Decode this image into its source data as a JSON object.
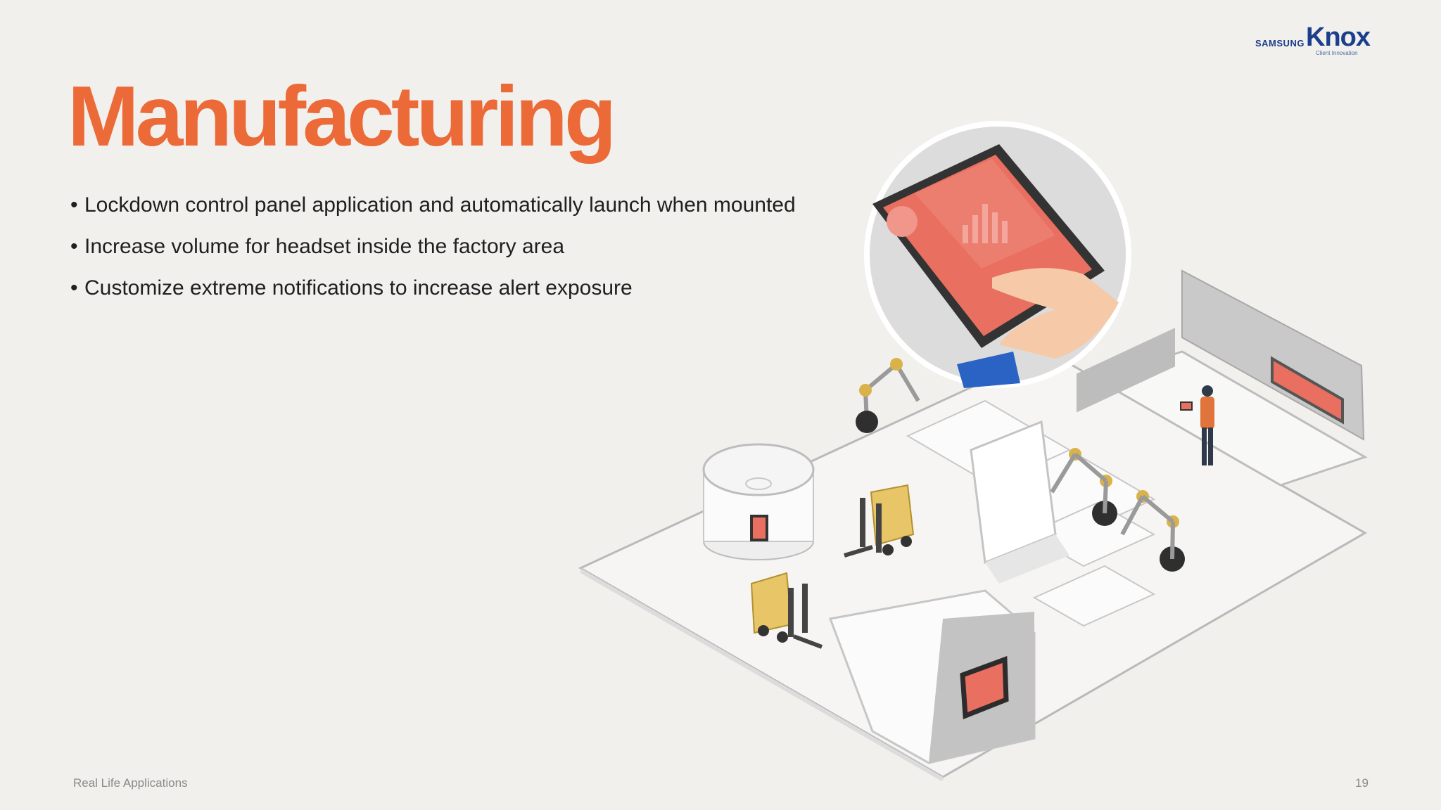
{
  "logo": {
    "brand": "SAMSUNG",
    "product": "Knox",
    "tagline": "Client Innovation"
  },
  "title": "Manufacturing",
  "bullets": [
    {
      "bullet": "•",
      "text": "Lockdown control panel application and automatically launch when mounted"
    },
    {
      "bullet": "•",
      "text": "Increase volume for headset inside the factory area"
    },
    {
      "bullet": "•",
      "text": "Customize extreme notifications to increase alert exposure"
    }
  ],
  "footer": {
    "section": "Real Life Applications",
    "page_number": "19"
  },
  "colors": {
    "background": "#f1f0ed",
    "title_accent": "#eb6a38",
    "logo_blue": "#1b3f8b",
    "screen_red": "#e96f60",
    "robot_yellow": "#d9b24a"
  },
  "illustration": {
    "icon": "isometric-factory-illustration"
  }
}
